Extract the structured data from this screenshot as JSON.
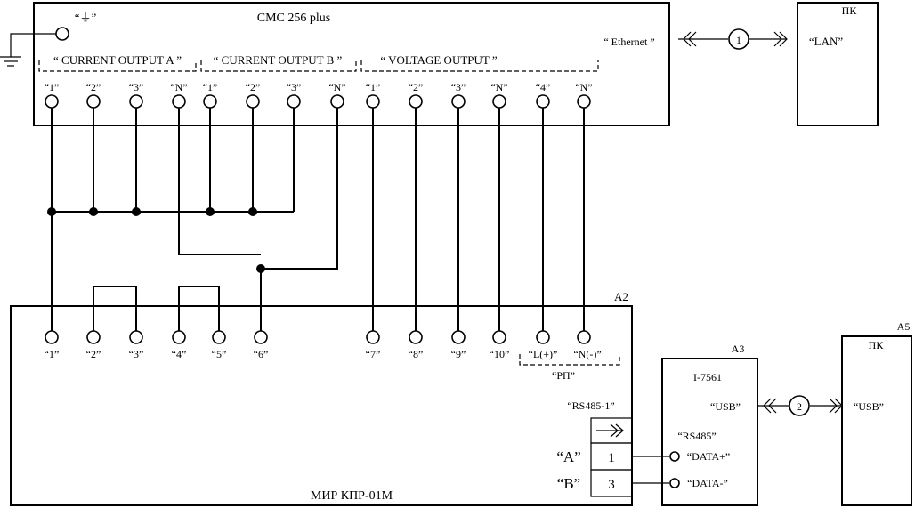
{
  "cmc": {
    "title": "CMC 256 plus",
    "ground_label": "“⏚”",
    "ethernet_label": "“ Ethernet ”",
    "groups": [
      {
        "label": "“ CURRENT OUTPUT A ”"
      },
      {
        "label": "“ CURRENT OUTPUT B ”"
      },
      {
        "label": "“ VOLTAGE OUTPUT ”"
      }
    ],
    "terminals": [
      "“1”",
      "“2”",
      "“3”",
      "“N”",
      "“1”",
      "“2”",
      "“3”",
      "“N”",
      "“1”",
      "“2”",
      "“3”",
      "“N”",
      "“4”",
      "“N”"
    ]
  },
  "pc_top": {
    "title": "ПК",
    "port": "“LAN”"
  },
  "link1": {
    "number": "1"
  },
  "meter": {
    "id": "A2",
    "title": "МИР КПР-01М",
    "terminals": [
      "“1”",
      "“2”",
      "“3”",
      "“4”",
      "“5”",
      "“6”",
      "“7”",
      "“8”",
      "“9”",
      "“10”",
      "“L(+)”",
      "“N(-)”"
    ],
    "rp_label": "“РП”",
    "rs485_label": "“RS485-1”",
    "pins": [
      {
        "label": "“A”",
        "number": "1"
      },
      {
        "label": "“B”",
        "number": "3"
      }
    ]
  },
  "converter": {
    "id": "A3",
    "model": "I-7561",
    "usb_label": "“USB”",
    "rs485_label": "“RS485”",
    "data_plus": "“DATA+”",
    "data_minus": "“DATA-”"
  },
  "link2": {
    "number": "2"
  },
  "pc_bottom": {
    "id": "A5",
    "title": "ПК",
    "port": "“USB”"
  }
}
